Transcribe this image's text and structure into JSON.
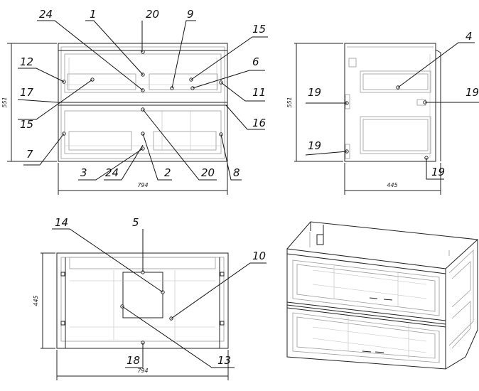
{
  "views": {
    "front": {
      "callouts": [
        "24",
        "1",
        "20",
        "9",
        "15",
        "12",
        "6",
        "17",
        "11",
        "15",
        "16",
        "7",
        "3",
        "24",
        "2",
        "20",
        "8"
      ],
      "dim_height": "551",
      "dim_width": "794"
    },
    "side": {
      "callouts": [
        "4",
        "19",
        "19",
        "19",
        "19"
      ],
      "dim_height": "551",
      "dim_width": "445"
    },
    "top": {
      "callouts": [
        "14",
        "5",
        "10",
        "13",
        "18"
      ],
      "dim_height": "445",
      "dim_width": "794"
    },
    "iso": {}
  }
}
